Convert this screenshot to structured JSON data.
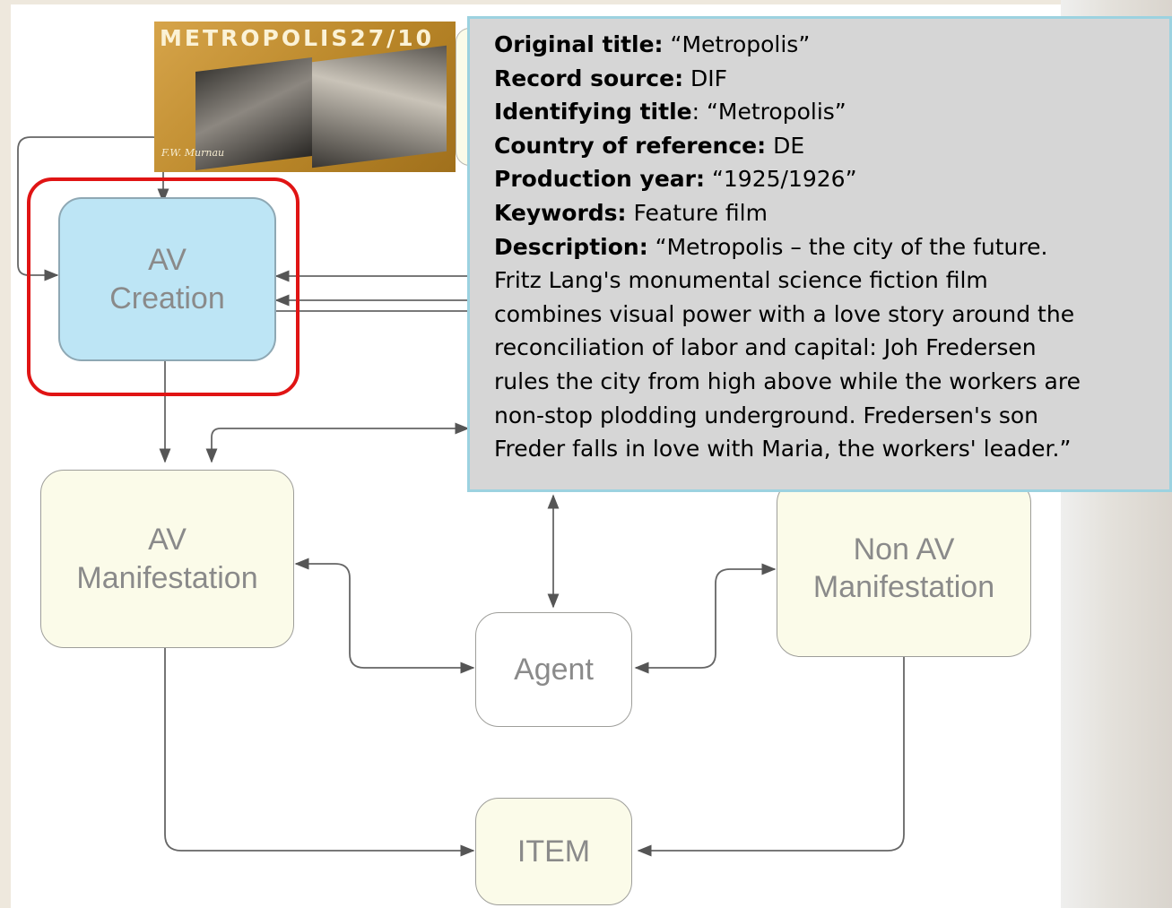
{
  "nodes": {
    "av_creation": "AV\nCreation",
    "av_manifestation": "AV\nManifestation",
    "non_av_manifestation": "Non AV\nManifestation",
    "agent": "Agent",
    "item": "ITEM"
  },
  "poster": {
    "title": "METROPOLIS27/10",
    "signature": "F.W. Murnau"
  },
  "info": {
    "original_title_label": "Original title:",
    "original_title_value": " “Metropolis”",
    "record_source_label": "Record source:",
    "record_source_value": " DIF",
    "identifying_title_label": "Identifying title",
    "identifying_title_value": ": “Metropolis”",
    "country_label": "Country of reference:",
    "country_value": " DE",
    "production_year_label": "Production year:",
    "production_year_value": " “1925/1926”",
    "keywords_label": "Keywords:",
    "keywords_value": " Feature film",
    "description_label": "Description:",
    "description_lines": [
      " “Metropolis – the city of the future.",
      "Fritz Lang's monumental science fiction film",
      "combines visual power with a love story around the",
      "reconciliation of labor and capital: Joh Fredersen",
      "rules the city from high above while the workers are",
      "non-stop plodding underground. Fredersen's son",
      "Freder falls in love with Maria, the workers' leader.”"
    ]
  },
  "colors": {
    "highlight": "#e01414",
    "creation_fill": "#bde5f5",
    "manifestation_fill": "#fbfbe9",
    "info_box": "#d6d6d6",
    "info_border": "#9cd2e0"
  }
}
